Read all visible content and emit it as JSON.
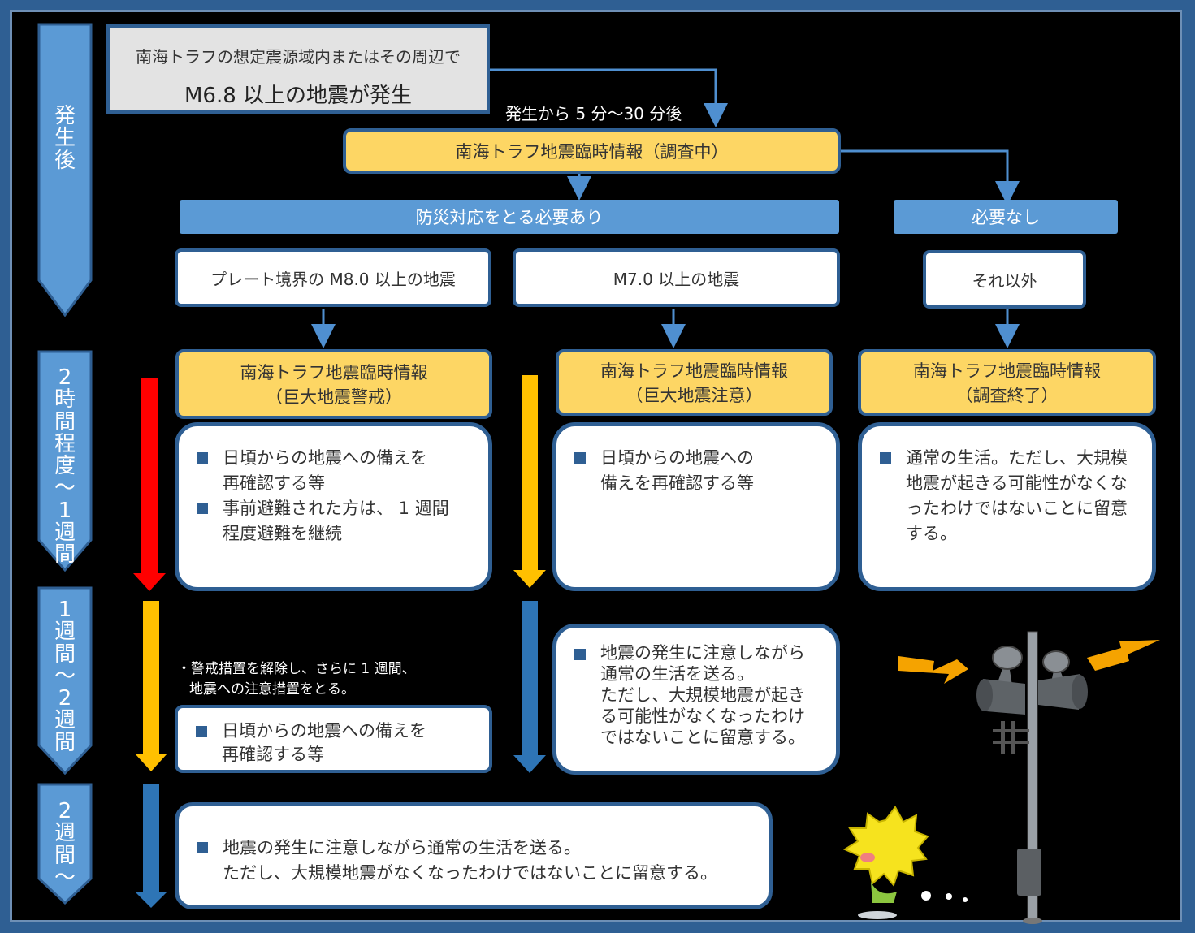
{
  "phases": [
    {
      "chars": [
        "発",
        "生",
        "後"
      ]
    },
    {
      "chars": [
        "2",
        "時",
        "間",
        "程",
        "度",
        "〜",
        "1",
        "週",
        "間"
      ]
    },
    {
      "chars": [
        "1",
        "週",
        "間",
        "〜",
        "2",
        "週",
        "間"
      ]
    },
    {
      "chars": [
        "2",
        "週",
        "間",
        "〜"
      ]
    }
  ],
  "source": {
    "line1": "南海トラフの想定震源域内またはその周辺で",
    "line2": "M6.8 以上の地震が発生"
  },
  "timing_label": "発生から 5 分〜30 分後",
  "info_investigating": "南海トラフ地震臨時情報（調査中）",
  "branches": {
    "response_needed": "防災対応をとる必要あり",
    "not_needed": "必要なし"
  },
  "conditions": {
    "plate": "プレート境界の M8.0 以上の地震",
    "m7": "M7.0 以上の地震",
    "other": "それ以外"
  },
  "info_results": [
    {
      "line1": "南海トラフ地震臨時情報",
      "line2": "（巨大地震警戒）"
    },
    {
      "line1": "南海トラフ地震臨時情報",
      "line2": "（巨大地震注意）"
    },
    {
      "line1": "南海トラフ地震臨時情報",
      "line2": "（調査終了）"
    }
  ],
  "panels_phase2": {
    "warning": [
      {
        "l1": "日頃からの地震への備えを",
        "l2": "再確認する等"
      },
      {
        "l1": "事前避難された方は、 1 週間",
        "l2": "程度避難を継続"
      }
    ],
    "advisory": {
      "l1": "日頃からの地震への",
      "l2": "備えを再確認する等"
    },
    "ended": {
      "l1": "通常の生活。ただし、大規模",
      "l2": "地震が起きる可能性がなくな",
      "l3": "ったわけではないことに留意",
      "l4": "する。"
    }
  },
  "phase3": {
    "note_l1": "・警戒措置を解除し、さらに 1 週間、",
    "note_l2": "地震への注意措置をとる。",
    "warning_panel": {
      "l1": "日頃からの地震への備えを",
      "l2": "再確認する等"
    },
    "advisory_panel": {
      "l1": "地震の発生に注意しながら",
      "l2": "通常の生活を送る。",
      "l3": "ただし、大規模地震が起き",
      "l4": "る可能性がなくなったわけ",
      "l5": "ではないことに留意する。"
    }
  },
  "phase4": {
    "l1": "地震の発生に注意しながら通常の生活を送る。",
    "l2": "ただし、大規模地震がなくなったわけではないことに留意する。"
  },
  "colors": {
    "navy": "#2f5f93",
    "light_blue": "#5b9ad5",
    "yellow": "#fdd664",
    "red_arrow": "#ff0000",
    "orange_arrow": "#ffc000",
    "blue_arrow": "#2e75b6",
    "lightning": "#f5a300"
  },
  "icons": [
    "siren-pole-icon",
    "lightning-icon",
    "lion-mascot-icon"
  ]
}
